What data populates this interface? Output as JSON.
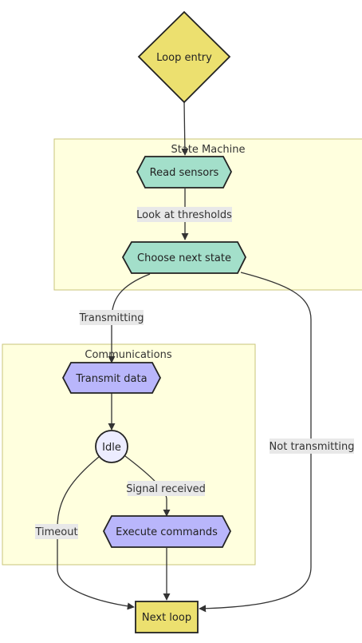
{
  "diagram": {
    "clusters": {
      "state_machine": {
        "title": "State Machine"
      },
      "communications": {
        "title": "Communications"
      }
    },
    "nodes": {
      "loop_entry": {
        "label": "Loop entry",
        "shape": "diamond",
        "color": "#ece06f"
      },
      "read_sensors": {
        "label": "Read sensors",
        "shape": "hexagon",
        "color": "#a3dfca"
      },
      "choose_next_state": {
        "label": "Choose next state",
        "shape": "hexagon",
        "color": "#a3dfca"
      },
      "transmit_data": {
        "label": "Transmit data",
        "shape": "hexagon",
        "color": "#b9b6fb"
      },
      "idle": {
        "label": "Idle",
        "shape": "circle",
        "color": "#ececff"
      },
      "execute_commands": {
        "label": "Execute commands",
        "shape": "hexagon",
        "color": "#b9b6fb"
      },
      "next_loop": {
        "label": "Next loop",
        "shape": "rect",
        "color": "#ece06f"
      }
    },
    "edges": {
      "look_at_thresholds": "Look at thresholds",
      "transmitting": "Transmitting",
      "not_transmitting": "Not transmitting",
      "signal_received": "Signal received",
      "timeout": "Timeout"
    },
    "colors": {
      "cluster_fill": "#ffffde",
      "cluster_stroke": "#c9c47a",
      "edge_label_bg": "#e8e8e8",
      "stroke": "#333333"
    }
  }
}
